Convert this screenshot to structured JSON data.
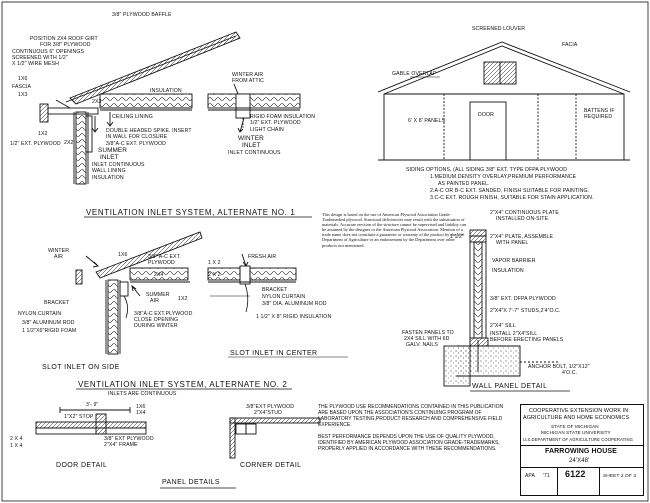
{
  "top_left": {
    "plywood_baffle": "3/8\" PLYWOOD BAFFLE",
    "position_2x4": "POSITION 2X4 ROOF GIRT",
    "for_plywood": "FOR 3/8\" PLYWOOD",
    "continuous_openings": "CONTINUOUS 6\" OPENINGS",
    "screened_with": "SCREENED WITH 1/2\"",
    "wire_mesh": "X 1/2\" WIRE MESH",
    "lbl_1x6": "1X6",
    "lbl_fascia": "FASCIA",
    "lbl_1x3": "1X3",
    "lbl_2x3": "2X3",
    "insulation": "INSULATION",
    "ceiling_lining": "CEILING LINING",
    "lbl_1x2": "1X2",
    "ext_plywood": "1/2\" EXT. PLYWOOD",
    "lbl_2x2": "2X2",
    "double_headed_1": "DOUBLE HEADED SPIKE. INSERT",
    "double_headed_2": "IN WALL FOR CLOSURE",
    "abc_ext": "3/8\"A-C EXT. PLYWOOD",
    "summer": "SUMMER",
    "inlet": "INLET",
    "inlet_continuous": "INLET CONTINUOUS",
    "wall_lining": "WALL LINING",
    "insulation2": "INSULATION",
    "winter_air": "WINTER AIR",
    "from_attic": "FROM ATTIC",
    "rigid_foam": "RIGID FOAM INSULATION",
    "ext_plywood_half": "1/2\" EXT. PLYWOOD",
    "light_chain": "LIGHT CHAIN",
    "winter": "WINTER",
    "inlet_w": "INLET",
    "inlet_continuous_w": "INLET CONTINUOUS",
    "title_alt1": "VENTILATION   INLET   SYSTEM,  ALTERNATE  NO. 1"
  },
  "elevation": {
    "screened_louver": "SCREENED LOUVER",
    "facia": "FACIA",
    "gable_overlap": "GABLE OVERLAP",
    "panels": "6' X 8' PANELS",
    "door": "DOOR",
    "battens_1": "BATTENS IF",
    "battens_2": "REQUIRED",
    "siding_options": [
      "SIDING OPTIONS, (ALL SIDING 3/8\" EXT. TYPE DFPA PLYWOOD",
      "1.MEDIUM DENSITY OVERLAY,PREMIUM PERFORMANCE",
      "AS PAINTED PANEL.",
      "2.A-C OR B-C EXT. SANDED, FINISH SUITABLE FOR PAINTING.",
      "3.C-C EXT. ROUGH FINISH, SUITABLE FOR STAIN APPLICATION."
    ]
  },
  "disclaimer": "This design is based on the use of American Plywood Association Grade-Trademarked plywood. Structural deficiencies may result with the substitution of materials. Accurate erection of the structure cannot be supervised and liability can be assumed by the designer or the American Plywood Association. Mention of a trade name does not constitute a guarantee or warranty of the product by the U.S. Department of Agriculture or an endorsement by the Department over other products not mentioned.",
  "slot": {
    "winter_air": "WINTER",
    "air": "AIR",
    "lbl_1x6": "1X6",
    "abc_ext_1": "3/8\" A-C EXT.",
    "abc_ext_2": "PLYWOOD",
    "lbl_2x4": "2X4",
    "bracket": "BRACKET",
    "nylon_curtain": "NYLON CURTAIN",
    "aluminum_rod": "3/8\" ALUMINUM ROD",
    "rigid_foam": "1 1/2\"X6\"RIGID FOAM",
    "summer_air": "SUMMER",
    "air2": "AIR",
    "lbl_1x2": "1X2",
    "abc_close": "3/8\"A-C EXT.PLYWOOD",
    "close_opening": "CLOSE OPENING",
    "during_winter": "DURING WINTER",
    "fresh_air": "FRESH AIR",
    "lbl_1x2b": "1 X 2",
    "lbl_2x2": "2 X 2",
    "bracket_c": "BRACKET",
    "nylon_curtain_c": "NYLON CURTAIN",
    "aluminum_rod_c": "3/8\" DIA. ALUMINUM ROD",
    "rigid_insul_c": "1 1/2\" X 8\" RIGID INSULATION",
    "title_side": "SLOT  INLET  ON  SIDE",
    "title_center": "SLOT  INLET  IN  CENTER",
    "title_alt2": "VENTILATION  INLET  SYSTEM,  ALTERNATE  NO. 2",
    "inlets_continuous": "INLETS ARE CONTINUOUS"
  },
  "wall": {
    "cont_plate_1": "2\"X4\" CONTINUOUS PLATE",
    "cont_plate_2": "INSTALLED ON-SITE.",
    "half": "1 1/2\"",
    "plate_assembled_1": "2\"X4\" PLATE, ASSEMBLE",
    "plate_assembled_2": "WITH PANEL",
    "vapor_barrier": "VAPOR BARRIER",
    "insulation": "INSULATION",
    "dfpa": "3/8\" EXT. DFPA PLYWOOD",
    "studs": "2\"X4\"X 7'-7\" STUDS,2'4\"O.C.",
    "sill": "2\"X4\" SILL",
    "install_sill_1": "INSTALL 2\"X4\"SILL",
    "install_sill_2": "BEFORE ERECTING PANELS",
    "fasten_1": "FASTEN PANELS TO",
    "fasten_2": "2X4 SILL WITH 6d",
    "fasten_3": "GALV. NAILS",
    "anchor_1": "ANCHOR BOLT, 1/2\"X12\"",
    "anchor_2": "4'O.C.",
    "title": "WALL  PANEL  DETAIL"
  },
  "bottom": {
    "dim_door": "3'- 9\"",
    "lbl_1x6": "1X6",
    "lbl_1x4": "1X4",
    "stop": "1\"X2\" STOP",
    "door_ext": "3/8\" EXT PLYWOOD",
    "frame": "2\"X4\" FRAME",
    "lbl_2x4": "2 X 4",
    "lbl_1x4b": "1 X 4",
    "corner_ext": "3/8\"EXT PLYWOOD",
    "stud": "2\"X4\"STUD",
    "door_detail": "DOOR   DETAIL",
    "corner_detail": "CORNER   DETAIL",
    "panel_details": "PANEL   DETAILS",
    "notes_1": "THE PLYWOOD USE RECOMMENDATIONS CONTAINED IN THIS PUBLICATION ARE BASED UPON THE ASSOCIATION'S CONTINUING PROGRAM OF LABORATORY TESTING,PRODUCT RESEARCH AND COMPREHENSIVE FIELD EXPERIENCE.",
    "notes_2": "BEST PERFORMANCE DEPENDS UPON THE USE OF QUALITY PLYWOOD, IDENTIFIED BY AMERICAN PLYWOOD ASSOCIATION GRADE-TRADEMARKS, PROPERLY APPLIED IN ACCORDANCE WITH THESE RECOMMENDATIONS."
  },
  "title_block": {
    "coop_1": "COOPERATIVE EXTENSION WORK IN",
    "coop_2": "AGRICULTURE AND HOME ECONOMICS",
    "state_1": "STATE OF MICHIGAN",
    "state_2": "MICHIGAN STATE UNIVERSITY",
    "dept": "U.S.DEPARTMENT OF AGRICULTURE COOPERATING",
    "project": "FARROWING HOUSE",
    "size": "24'x48'",
    "apa": "APA",
    "year": "'71",
    "plan_no": "6122",
    "sheet": "SHEET 2 OF 3"
  }
}
